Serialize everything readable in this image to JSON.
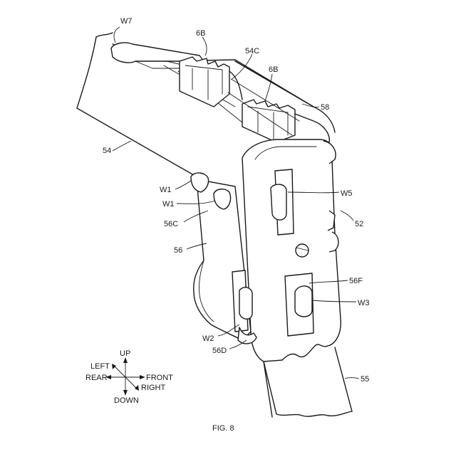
{
  "figure": {
    "caption": "FIG. 8",
    "labels": {
      "W7": "W7",
      "6B_top": "6B",
      "54C": "54C",
      "6B_right": "6B",
      "58": "58",
      "54": "54",
      "W1_upper": "W1",
      "W1_lower": "W1",
      "56C": "56C",
      "W5": "W5",
      "52": "52",
      "56": "56",
      "56F": "56F",
      "W3": "W3",
      "W2": "W2",
      "56D": "56D",
      "55": "55"
    },
    "directions": {
      "up": "UP",
      "down": "DOWN",
      "left": "LEFT",
      "rear": "REAR",
      "front": "FRONT",
      "right": "RIGHT"
    }
  }
}
